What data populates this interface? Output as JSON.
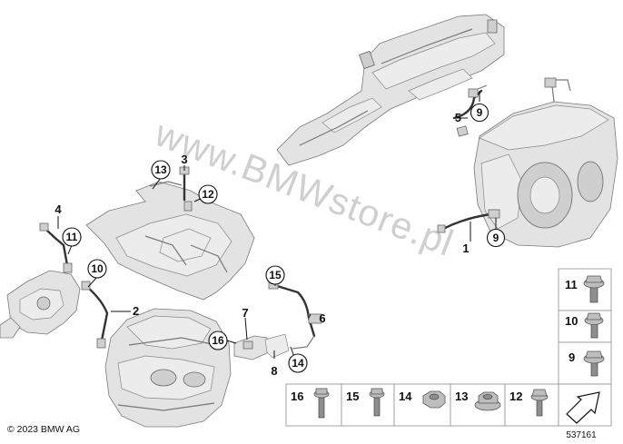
{
  "watermark": "www.BMWstore.pl",
  "copyright": "© 2023 BMW AG",
  "document_id": "537161",
  "callouts": {
    "c1": "1",
    "c2": "2",
    "c3": "3",
    "c4": "4",
    "c5": "5",
    "c6": "6",
    "c7": "7",
    "c8": "8",
    "c9a": "9",
    "c9b": "9",
    "c10": "10",
    "c11": "11",
    "c12": "12",
    "c13": "13",
    "c14": "14",
    "c15": "15",
    "c16": "16"
  },
  "fastener_table": {
    "right_column": [
      "11",
      "10",
      "9"
    ],
    "bottom_row": [
      "16",
      "15",
      "14",
      "13",
      "12"
    ]
  }
}
